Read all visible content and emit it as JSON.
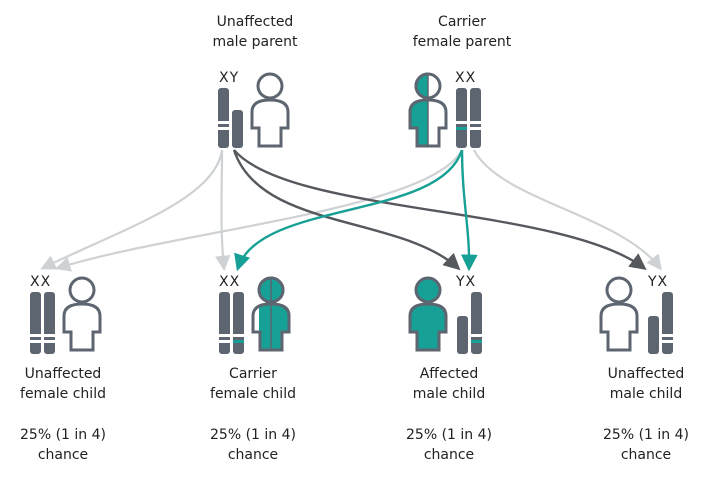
{
  "colors": {
    "chromosome": "#5d6670",
    "chromosome_dark": "#4a525b",
    "band": "#ffffff",
    "mutant": "#17a095",
    "outline": "#5d6670",
    "arrow_light": "#cfd2d4",
    "arrow_dark": "#55595e",
    "arrow_teal": "#17a095"
  },
  "parents": [
    {
      "id": "male-parent",
      "label_line1": "Unaffected",
      "label_line2": "male parent",
      "chromosomes": "XY",
      "status": "unaffected"
    },
    {
      "id": "female-parent",
      "label_line1": "Carrier",
      "label_line2": "female parent",
      "chromosomes": "XX",
      "status": "carrier"
    }
  ],
  "children": [
    {
      "id": "unaffected-female",
      "label_line1": "Unaffected",
      "label_line2": "female child",
      "chromosomes": "XX",
      "status": "unaffected",
      "chance_line1": "25% (1 in 4)",
      "chance_line2": "chance"
    },
    {
      "id": "carrier-female",
      "label_line1": "Carrier",
      "label_line2": "female child",
      "chromosomes": "XX",
      "status": "carrier",
      "chance_line1": "25% (1 in 4)",
      "chance_line2": "chance"
    },
    {
      "id": "affected-male",
      "label_line1": "Affected",
      "label_line2": "male child",
      "chromosomes": "YX",
      "status": "affected",
      "chance_line1": "25% (1 in 4)",
      "chance_line2": "chance"
    },
    {
      "id": "unaffected-male",
      "label_line1": "Unaffected",
      "label_line2": "male child",
      "chromosomes": "YX",
      "status": "unaffected",
      "chance_line1": "25% (1 in 4)",
      "chance_line2": "chance"
    }
  ]
}
